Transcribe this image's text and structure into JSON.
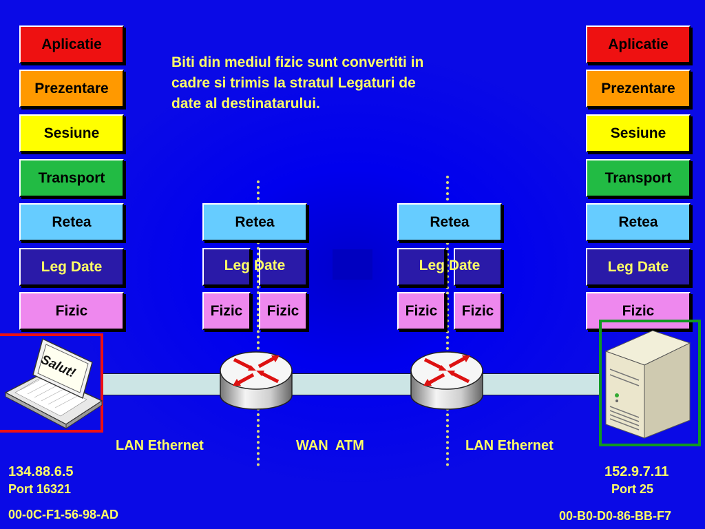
{
  "note": {
    "lines": [
      "Biti din mediul fizic sunt convertiti in",
      "cadre si trimis la stratul Legaturi de",
      "date al destinatarului."
    ]
  },
  "layers": {
    "application": "Aplicatie",
    "presentation": "Prezentare",
    "session": "Sesiune",
    "transport": "Transport",
    "network": "Retea",
    "data_link": "Leg Date",
    "physical": "Fizic"
  },
  "laptop": {
    "screen_text": "Salut!"
  },
  "segments": {
    "left": "LAN Ethernet",
    "middle": "WAN  ATM",
    "right": "LAN Ethernet"
  },
  "source": {
    "ip": "134.88.6.5",
    "port": "Port 16321",
    "mac": "00-0C-F1-56-98-AD"
  },
  "destination": {
    "ip": "152.9.7.11",
    "port": "Port 25",
    "mac": "00-B0-D0-86-BB-F7"
  },
  "colors": {
    "background": "#0b0be8",
    "text_accent": "#ffff66",
    "source_highlight": "#ee1111",
    "destination_highlight": "#119922"
  }
}
